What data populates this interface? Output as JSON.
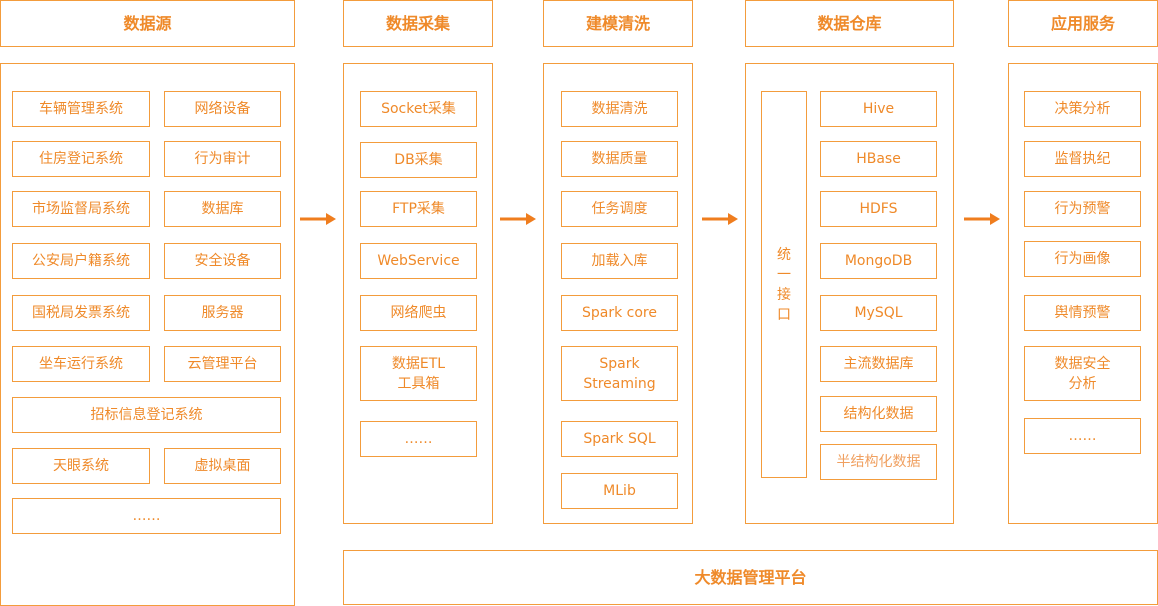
{
  "headers": {
    "source": "数据源",
    "collect": "数据采集",
    "model": "建模清洗",
    "warehouse": "数据仓库",
    "service": "应用服务"
  },
  "source_items": {
    "vehicle": "车辆管理系统",
    "network_device": "网络设备",
    "housing": "住房登记系统",
    "behavior_audit": "行为审计",
    "market": "市场监督局系统",
    "database": "数据库",
    "police": "公安局户籍系统",
    "security_device": "安全设备",
    "tax": "国税局发票系统",
    "server": "服务器",
    "bus": "坐车运行系统",
    "cloud": "云管理平台",
    "bidding": "招标信息登记系统",
    "tianyan": "天眼系统",
    "desktop": "虚拟桌面",
    "more": "……"
  },
  "collect_items": {
    "socket": "Socket采集",
    "db": "DB采集",
    "ftp": "FTP采集",
    "webservice": "WebService",
    "crawler": "网络爬虫",
    "etl_line1": "数据ETL",
    "etl_line2": "工具箱",
    "more": "……"
  },
  "model_items": {
    "clean": "数据清洗",
    "quality": "数据质量",
    "schedule": "任务调度",
    "load": "加载入库",
    "spark_core": "Spark core",
    "streaming_line1": "Spark",
    "streaming_line2": "Streaming",
    "spark_sql": "Spark SQL",
    "mlib": "MLib"
  },
  "warehouse": {
    "unified_chars": [
      "统",
      "一",
      "接",
      "口"
    ],
    "hive": "Hive",
    "hbase": "HBase",
    "hdfs": "HDFS",
    "mongodb": "MongoDB",
    "mysql": "MySQL",
    "mainstream": "主流数据库",
    "structured": "结构化数据",
    "semi_structured": "半结构化数据"
  },
  "service_items": {
    "decision": "决策分析",
    "supervision": "监督执纪",
    "behavior_warning": "行为预警",
    "behavior_portrait": "行为画像",
    "opinion_warning": "舆情预警",
    "security_line1": "数据安全",
    "security_line2": "分析",
    "more": "……"
  },
  "platform": "大数据管理平台",
  "colors": {
    "accent": "#f39c3c",
    "text": "#ef8a2a"
  }
}
